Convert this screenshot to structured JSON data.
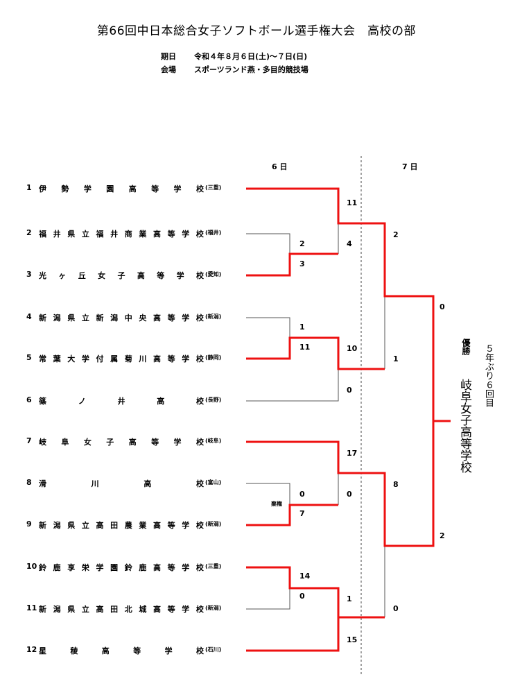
{
  "title": "第66回中日本総合女子ソフトボール選手権大会　高校の部",
  "info": {
    "date_label": "期日",
    "date_value": "令和４年８月６日(土)～７日(日)",
    "venue_label": "会場",
    "venue_value": "スポーツランド燕・多目的競技場"
  },
  "days": [
    "6 日",
    "7 日"
  ],
  "teams": [
    {
      "num": "1",
      "name": "伊勢学園高等学校",
      "pref": "(三重)"
    },
    {
      "num": "2",
      "name": "福井県立福井商業高等学校",
      "pref": "(福井)"
    },
    {
      "num": "3",
      "name": "光ヶ丘女子高等学校",
      "pref": "(愛知)"
    },
    {
      "num": "4",
      "name": "新潟県立新潟中央高等学校",
      "pref": "(新潟)"
    },
    {
      "num": "5",
      "name": "常葉大学付属菊川高等学校",
      "pref": "(静岡)"
    },
    {
      "num": "6",
      "name": "篠ノ井高校",
      "pref": "(長野)"
    },
    {
      "num": "7",
      "name": "岐阜女子高等学校",
      "pref": "(岐阜)"
    },
    {
      "num": "8",
      "name": "滑川高校",
      "pref": "(富山)"
    },
    {
      "num": "9",
      "name": "新潟県立高田農業高等学校",
      "pref": "(新潟)"
    },
    {
      "num": "10",
      "name": "鈴鹿享栄学園鈴鹿高等学校",
      "pref": "(三重)"
    },
    {
      "num": "11",
      "name": "新潟県立高田北城高等学校",
      "pref": "(新潟)"
    },
    {
      "num": "12",
      "name": "星稜高等学校",
      "pref": "(石川)"
    }
  ],
  "scores": {
    "m1_top": "2",
    "m1_bot": "3",
    "m2_top": "1",
    "m2_bot": "11",
    "m3_top": "0",
    "m3_bot": "7",
    "m4_top": "14",
    "m4_bot": "0",
    "q1_top": "11",
    "q1_bot": "4",
    "q2_top": "10",
    "q2_bot": "0",
    "q3_top": "17",
    "q3_bot": "0",
    "q4_top": "1",
    "q4_bot": "15",
    "s1_top": "2",
    "s1_bot": "1",
    "s2_top": "8",
    "s2_bot": "0",
    "f_top": "0",
    "f_bot": "2"
  },
  "note_forfeit": "棄権",
  "winner_label": "優勝",
  "winner_name": "岐阜女子高等学校",
  "winner_note": "５年ぶり６回目",
  "colors": {
    "win": "#ee1111",
    "lose": "#555555",
    "divider": "#444444"
  }
}
